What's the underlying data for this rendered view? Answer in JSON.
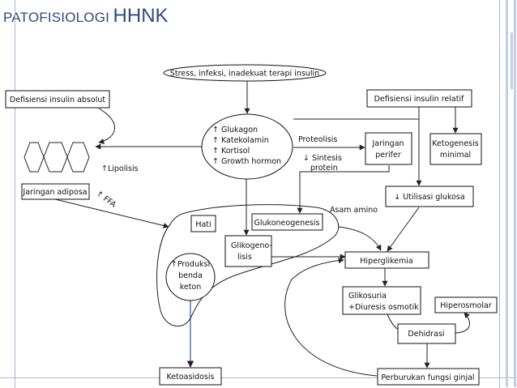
{
  "title": {
    "prefix": "PATOFISIOLOGI",
    "suffix": "HHNK"
  },
  "colors": {
    "title": "#2e4a7d",
    "accent_line": "#2a5aa0",
    "rule": "#a8b8d4"
  },
  "nodes": {
    "stress": "Stress, infeksi, inadekuat terapi insulin",
    "absolut": "Defisiensi insulin absolut",
    "relatif": "Defisiensi insulin relatif",
    "hormones": [
      "↑ Glukagon",
      "↑ Katekolamin",
      "↑ Kortisol",
      "↑ Growth hormon"
    ],
    "proteolisis": "Proteolisis",
    "sintesis": [
      "↓ Sintesis",
      "protein"
    ],
    "jaringan_perifer": [
      "Jaringan",
      "perifer"
    ],
    "ketogenesis": [
      "Ketogenesis",
      "minimal"
    ],
    "lipolisis": "↑Lipolisis",
    "ffa": "↑ FFA",
    "jaringan_adiposa": "Jaringan adiposa",
    "utilisasi": "↓ Utilisasi glukosa",
    "asam_amino": "Asam amino",
    "hati": "Hati",
    "glukoneogenesis": "Glukoneogenesis",
    "glikogenolisis": [
      "Glikogeno-",
      "lisis"
    ],
    "hiperglikemia": "Hiperglikemia",
    "produksi": [
      "↑Produksi",
      "benda",
      "keton"
    ],
    "glikosuria": [
      "Glikosuria",
      "+Diuresis osmotik"
    ],
    "hiperosmolar": "Hiperosmolar",
    "dehidrasi": "Dehidrasi",
    "ketoasidosis": "Ketoasidosis",
    "perburukan": "Perburukan fungsi ginjal"
  }
}
